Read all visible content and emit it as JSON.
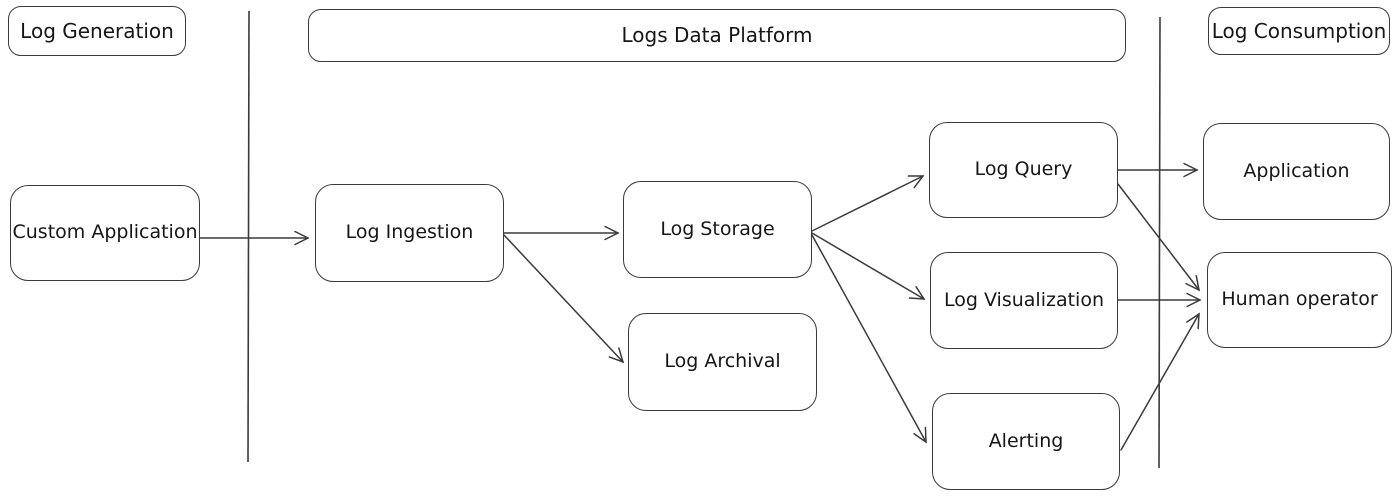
{
  "diagram": {
    "type": "flowchart",
    "style": "hand-drawn (excalidraw-like)",
    "colors": {
      "background": "#ffffff",
      "stroke": "#3a3a3a",
      "text": "#161616"
    },
    "sections": [
      {
        "id": "log-generation",
        "label": "Log Generation"
      },
      {
        "id": "logs-data-platform",
        "label": "Logs Data Platform"
      },
      {
        "id": "log-consumption",
        "label": "Log Consumption"
      }
    ],
    "nodes": [
      {
        "id": "custom-application",
        "label": "Custom Application",
        "section": "Log Generation"
      },
      {
        "id": "log-ingestion",
        "label": "Log Ingestion",
        "section": "Logs Data Platform"
      },
      {
        "id": "log-storage",
        "label": "Log Storage",
        "section": "Logs Data Platform"
      },
      {
        "id": "log-archival",
        "label": "Log Archival",
        "section": "Logs Data Platform"
      },
      {
        "id": "log-query",
        "label": "Log Query",
        "section": "Logs Data Platform"
      },
      {
        "id": "log-visualization",
        "label": "Log Visualization",
        "section": "Logs Data Platform"
      },
      {
        "id": "alerting",
        "label": "Alerting",
        "section": "Logs Data Platform"
      },
      {
        "id": "application",
        "label": "Application",
        "section": "Log Consumption"
      },
      {
        "id": "human-operator",
        "label": "Human operator",
        "section": "Log Consumption"
      }
    ],
    "edges": [
      {
        "from": "Custom Application",
        "to": "Log Ingestion"
      },
      {
        "from": "Log Ingestion",
        "to": "Log Storage"
      },
      {
        "from": "Log Ingestion",
        "to": "Log Archival"
      },
      {
        "from": "Log Storage",
        "to": "Log Query"
      },
      {
        "from": "Log Storage",
        "to": "Log Visualization"
      },
      {
        "from": "Log Storage",
        "to": "Alerting"
      },
      {
        "from": "Log Query",
        "to": "Application"
      },
      {
        "from": "Log Query",
        "to": "Human operator"
      },
      {
        "from": "Log Visualization",
        "to": "Human operator"
      },
      {
        "from": "Alerting",
        "to": "Human operator"
      }
    ]
  }
}
